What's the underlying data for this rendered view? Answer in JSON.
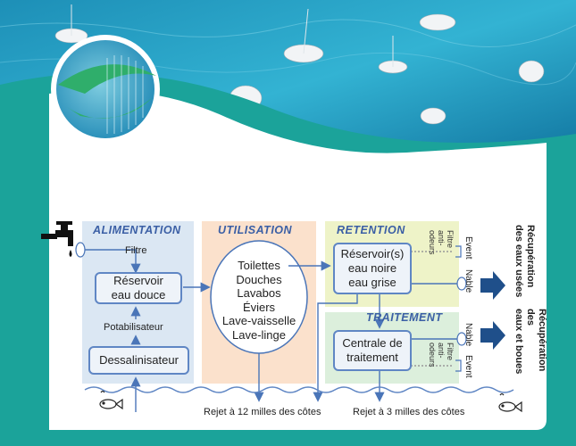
{
  "diagram": {
    "panels": {
      "alimentation": "ALIMENTATION",
      "utilisation": "UTILISATION",
      "retention": "RETENTION",
      "traitement": "TRAITEMENT"
    },
    "labels": {
      "filtre": "Filtre",
      "reservoir_douce": [
        "Réservoir",
        "eau douce"
      ],
      "potabilisateur": "Potabilisateur",
      "dessalinisateur": "Dessalinisateur",
      "usages": [
        "Toilettes",
        "Douches",
        "Lavabos",
        "Éviers",
        "Lave-vaisselle",
        "Lave-linge"
      ],
      "reservoir_noire": [
        "Réservoir(s)",
        "eau noire",
        "eau grise"
      ],
      "centrale": [
        "Centrale de",
        "traitement"
      ],
      "filtre_anti_odeurs": [
        "Filtre",
        "anti-odeurs"
      ],
      "event": "Event",
      "nable": "Nable",
      "recup_usees": [
        "Récupération",
        "des eaux usées"
      ],
      "recup_boues": [
        "Récupération des",
        "eaux et boues"
      ],
      "rejet_12": "Rejet à 12 milles des côtes",
      "rejet_3": "Rejet à 3 milles des côtes"
    },
    "colors": {
      "sea": "#2ea7c8",
      "teal_band": "#1ba39a",
      "alimentation_bg": "#dbe7f3",
      "utilisation_bg": "#fbe1cc",
      "retention_bg": "#eef3c8",
      "traitement_bg": "#dcefdc",
      "arrow_blue": "#4a75b8",
      "big_arrow": "#1f4f8a"
    }
  }
}
